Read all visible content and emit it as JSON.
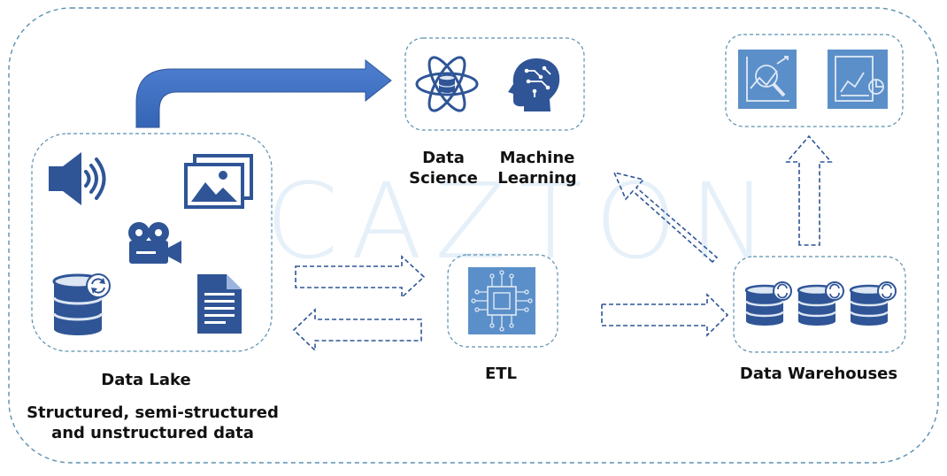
{
  "watermark": "CAZTON",
  "data_lake": {
    "title": "Data Lake",
    "subtitle_line1": "Structured, semi-structured",
    "subtitle_line2": "and unstructured data",
    "icons": [
      "speaker-icon",
      "images-icon",
      "video-camera-icon",
      "database-sync-icon",
      "document-icon"
    ]
  },
  "etl": {
    "title": "ETL",
    "icons": [
      "circuit-chip-icon"
    ]
  },
  "data_science": {
    "label_line1": "Data",
    "label_line2": "Science",
    "icon": "atom-database-icon"
  },
  "machine_learning": {
    "label_line1": "Machine",
    "label_line2": "Learning",
    "icon": "head-circuit-icon"
  },
  "data_warehouses": {
    "title": "Data Warehouses",
    "icons": [
      "database-sync-icon",
      "database-sync-icon",
      "database-sync-icon"
    ]
  },
  "analytics": {
    "icons": [
      "analytics-magnifier-icon",
      "line-chart-report-icon"
    ]
  },
  "colors": {
    "primary_blue": "#2f5597",
    "arrow_blue": "#4472c4",
    "tile_blue": "#5b8fc9",
    "dashed_border": "#5a8fb0",
    "watermark": "#4a90d9"
  }
}
